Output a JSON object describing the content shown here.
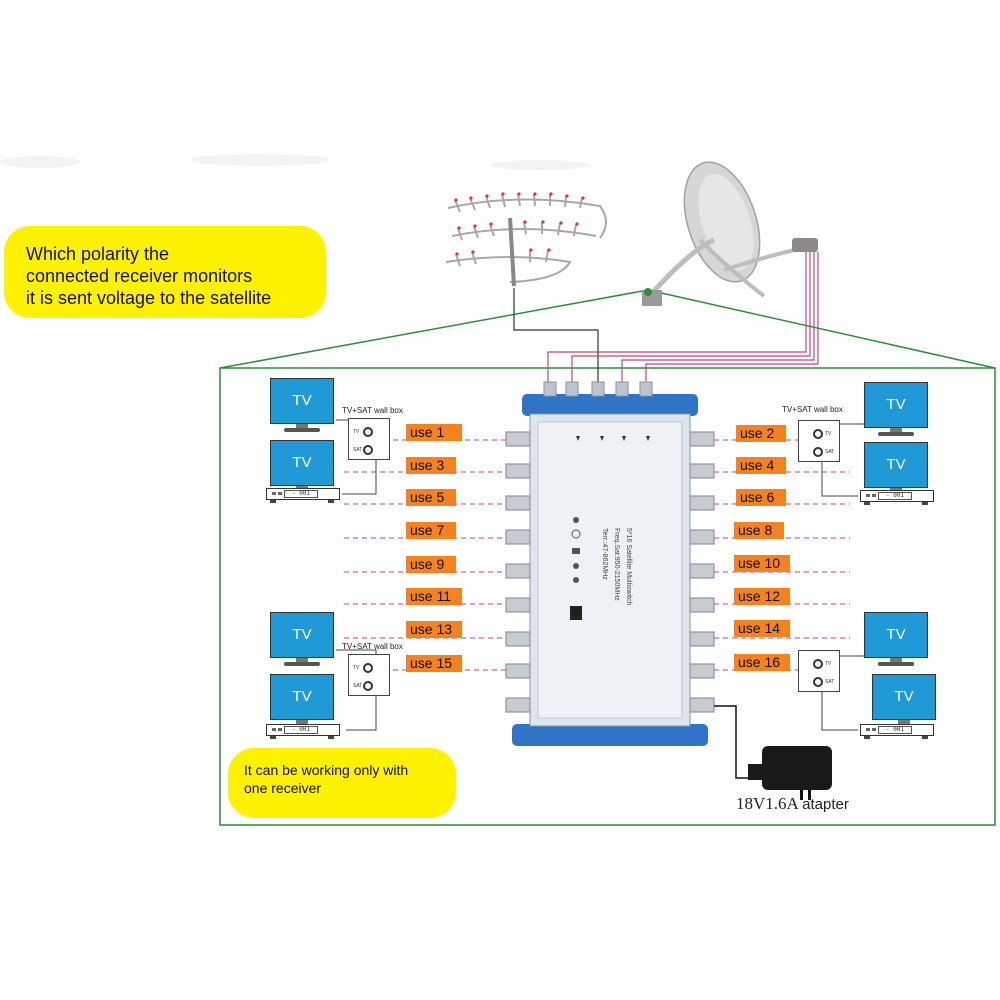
{
  "callout_top": {
    "lines": [
      "Which polarity the",
      "connected receiver monitors",
      " it is sent voltage to the satellite"
    ]
  },
  "callout_bottom": {
    "lines": [
      "It  can be working only with",
      "one receiver"
    ]
  },
  "outputs_left": [
    "use 1",
    "use 3",
    "use 5",
    "use 7",
    "use 9",
    "use 11",
    "use 13",
    "use 15"
  ],
  "outputs_right": [
    "use 2",
    "use 4",
    "use 6",
    "use 8",
    "use 10",
    "use 12",
    "use 14",
    "use 16"
  ],
  "wall_box_label": "TV+SAT wall box",
  "tv_label": "TV",
  "receiver_display": "- 001",
  "wall_box_ports": [
    "TV",
    "SAT"
  ],
  "adapter": {
    "voltage": "18V1.6A",
    "word": "atapter"
  },
  "multiswitch_text": {
    "line1": "5*16  Satellite  Multiswitch",
    "line2": "Freq.Sat:950-2150MHz",
    "line3": "Terr.:47-862MHz"
  },
  "colors": {
    "callout": "#fff200",
    "use_tag": "#f58220",
    "frame": "#2e8b3d",
    "multiswitch_blue": "#2f74c6",
    "tv_screen": "#1f9ad6",
    "sat_cable": "#c0457a"
  }
}
